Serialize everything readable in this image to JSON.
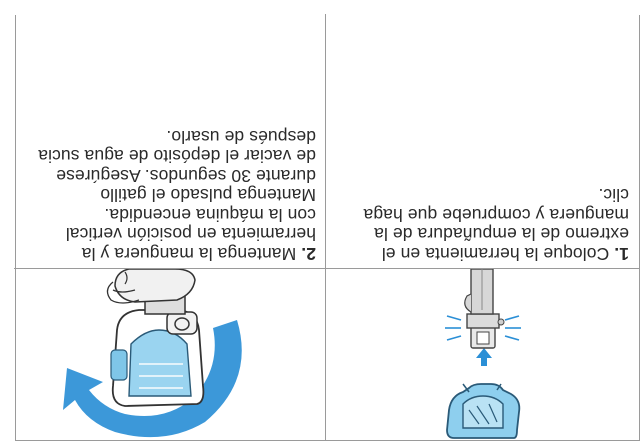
{
  "steps": [
    {
      "number": "1.",
      "text": "Coloque la herramienta en el extremo de la empuñadura de la manguera y compruebe que haga clic."
    },
    {
      "number": "2.",
      "text": "Mantenga la manguera y la herramienta en posición vertical con la máquina encendida. Mantenga pulsado el gatillo durante 30 segundos. Asegúrese de vaciar el depósito de agua sucia después de usarlo."
    }
  ],
  "illustrations": [
    {
      "icon": "tool-attach-illustration"
    },
    {
      "icon": "hand-rotate-tool-illustration"
    }
  ],
  "colors": {
    "accent": "#2b8fd6",
    "tool_blue": "#7fc6e8",
    "border": "#9a9a9a"
  }
}
